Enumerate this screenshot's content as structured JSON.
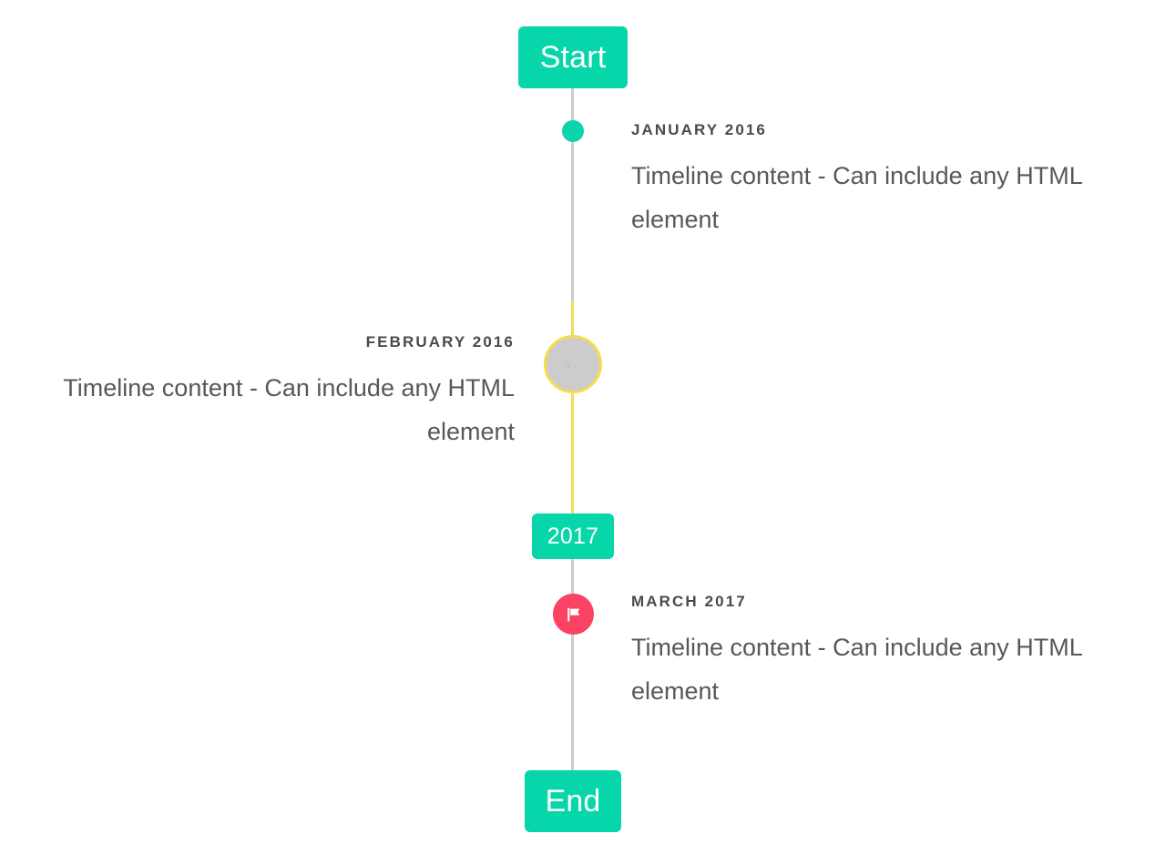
{
  "timeline": {
    "start_label": "Start",
    "year_divider_label": "2017",
    "end_label": "End",
    "colors": {
      "accent_teal": "#06d6a9",
      "marker_teal": "#0ad3ad",
      "line_gray": "#cccccc",
      "line_yellow": "#f7db4f",
      "marker_pink": "#fa4263",
      "marker_gray_fill": "#cccccc",
      "date_text": "#4a4a4a",
      "body_text": "#55595c",
      "background": "#ffffff"
    },
    "entries": [
      {
        "date": "JANUARY 2016",
        "body": "Timeline content - Can include any HTML element",
        "side": "right",
        "marker": "dot-teal"
      },
      {
        "date": "FEBRUARY 2016",
        "body": "Timeline content - Can include any HTML element",
        "side": "left",
        "marker": "ring-yellow-broken-image",
        "marker_glyph": "⠶⠄"
      },
      {
        "date": "MARCH 2017",
        "body": "Timeline content - Can include any HTML element",
        "side": "right",
        "marker": "flag-icon-pink"
      }
    ]
  }
}
